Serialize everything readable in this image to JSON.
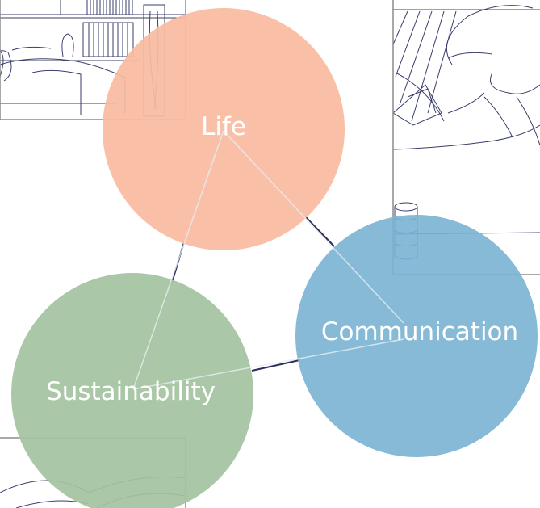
{
  "nodes": [
    {
      "id": "life",
      "label": "Life",
      "color": "#F9BBA0"
    },
    {
      "id": "communication",
      "label": "Communication",
      "color": "#7BB3D2"
    },
    {
      "id": "sustainability",
      "label": "Sustainability",
      "color": "#A4C3A0"
    }
  ],
  "edge_color": "#2C2F5C",
  "inner_line_color": "#E6EEF4",
  "illustration_line_color": "#3A3E6A",
  "frame_color": "#8C8C8C"
}
